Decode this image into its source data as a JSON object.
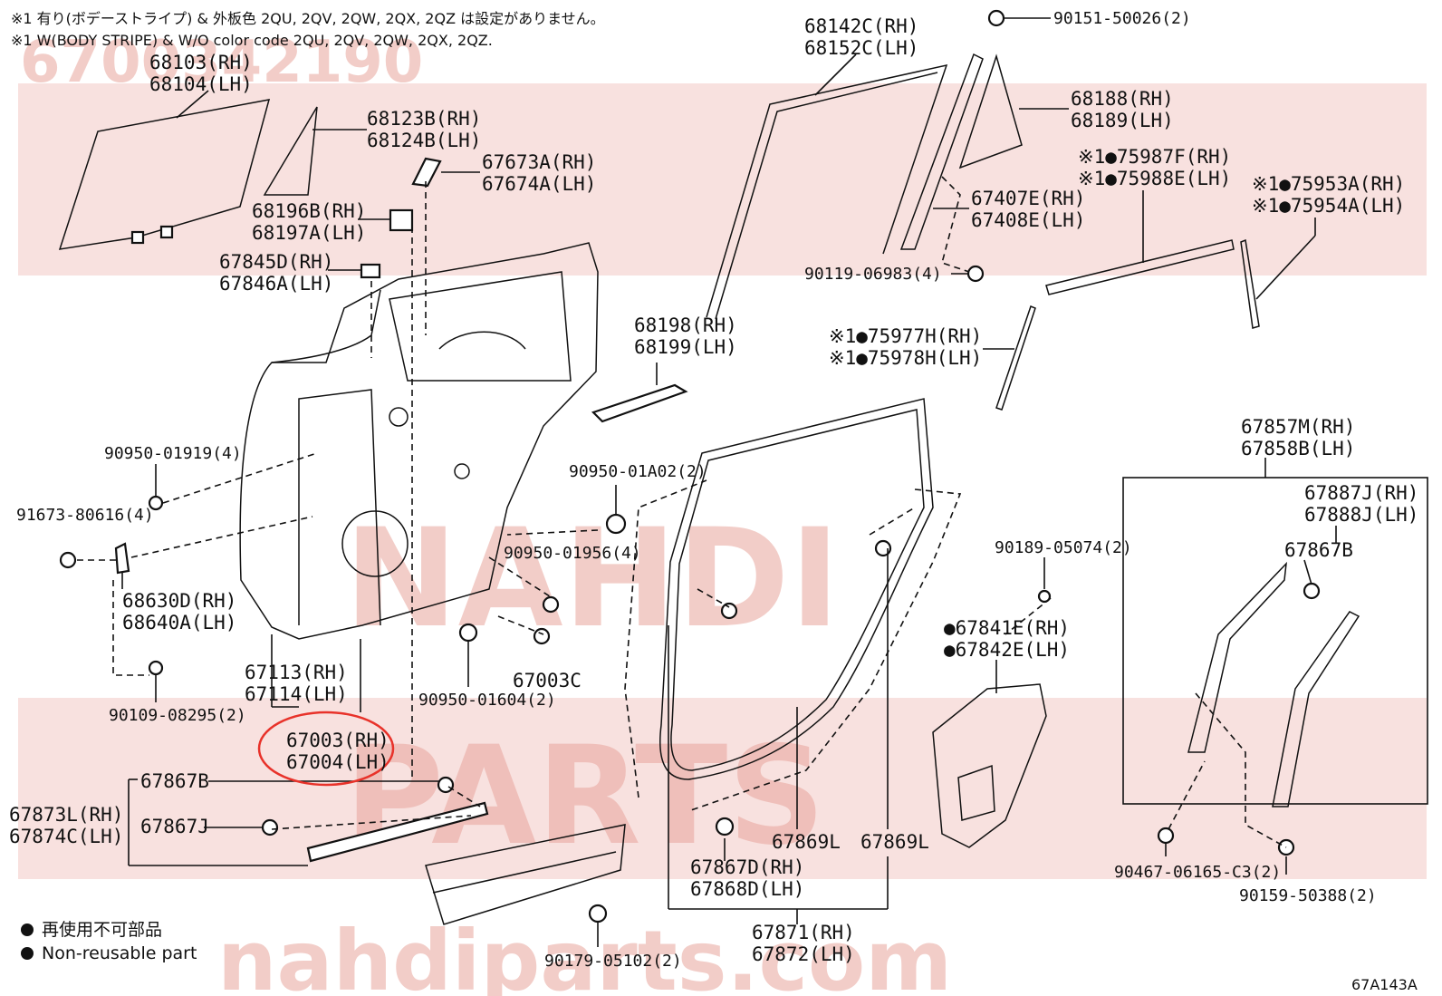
{
  "notes": [
    "※1 有り(ボデーストライプ) & 外板色 2QU, 2QV, 2QW, 2QX, 2QZ は設定がありません。",
    "※1 W(BODY STRIPE) & W/O color code 2QU, 2QV, 2QW, 2QX, 2QZ."
  ],
  "watermark": {
    "part_number": "6700342190",
    "band_word_top": "NAHDI",
    "band_word_bottom": "PARTS",
    "site": "nahdiparts.com"
  },
  "labels": {
    "l68103": "68103(RH)",
    "l68104": "68104(LH)",
    "l68123": "68123B(RH)",
    "l68124": "68124B(LH)",
    "l67673": "67673A(RH)",
    "l67674": "67674A(LH)",
    "l68196": "68196B(RH)",
    "l68197": "68197A(LH)",
    "l67845": "67845D(RH)",
    "l67846": "67846A(LH)",
    "l68142": "68142C(RH)",
    "l68152": "68152C(LH)",
    "l90151": "90151-50026(2)",
    "l68188": "68188(RH)",
    "l68189": "68189(LH)",
    "l75987": "※1●75987F(RH)",
    "l75988": "※1●75988E(LH)",
    "l75953": "※1●75953A(RH)",
    "l75954": "※1●75954A(LH)",
    "l67407": "67407E(RH)",
    "l67408": "67408E(LH)",
    "l90119": "90119-06983(4)",
    "l68198": "68198(RH)",
    "l68199": "68199(LH)",
    "l75977": "※1●75977H(RH)",
    "l75978": "※1●75978H(LH)",
    "l90950_01919": "90950-01919(4)",
    "l91673": "91673-80616(4)",
    "l90950_01a02": "90950-01A02(2)",
    "l67857": "67857M(RH)",
    "l67858": "67858B(LH)",
    "l67887": "67887J(RH)",
    "l67888": "67888J(LH)",
    "l90189": "90189-05074(2)",
    "l67867b_r": "67867B",
    "l90950_01956": "90950-01956(4)",
    "l68630": "68630D(RH)",
    "l68640": "68640A(LH)",
    "l67841": "●67841E(RH)",
    "l67842": "●67842E(LH)",
    "l67113": "67113(RH)",
    "l67114": "67114(LH)",
    "l67003c": "67003C",
    "l90950_01604": "90950-01604(2)",
    "l90109": "90109-08295(2)",
    "l67003": "67003(RH)",
    "l67004": "67004(LH)",
    "l67867b_l": "67867B",
    "l67873": "67873L(RH)",
    "l67874": "67874C(LH)",
    "l67867j": "67867J",
    "l67869l_a": "67869L",
    "l67869l_b": "67869L",
    "l67867d": "67867D(RH)",
    "l67868d": "67868D(LH)",
    "l90467": "90467-06165-C3(2)",
    "l90159": "90159-50388(2)",
    "l67871": "67871(RH)",
    "l67872": "67872(LH)",
    "l90179": "90179-05102(2)"
  },
  "legend": {
    "jp": "再使用不可部品",
    "en": "Non-reusable part"
  },
  "diagram_code": "67A143A",
  "highlight_color": "#e8322a"
}
